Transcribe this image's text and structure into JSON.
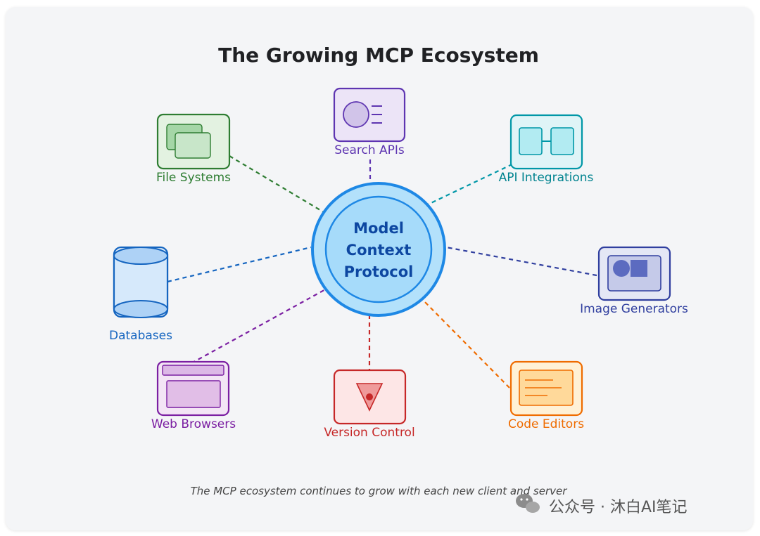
{
  "title": "The Growing MCP Ecosystem",
  "hub": {
    "lines": [
      "Model",
      "Context",
      "Protocol"
    ]
  },
  "nodes": {
    "search_apis": "Search APIs",
    "file_systems": "File Systems",
    "api_integrations": "API Integrations",
    "databases": "Databases",
    "image_generators": "Image Generators",
    "web_browsers": "Web Browsers",
    "version_control": "Version Control",
    "code_editors": "Code Editors"
  },
  "caption": "The MCP ecosystem continues to grow with each new client and server",
  "watermark": "公众号 · 沐白AI笔记",
  "colors": {
    "search_apis": "#5e35b1",
    "file_systems": "#2e7d32",
    "api_integrations": "#0097a7",
    "databases": "#1565c0",
    "image_generators": "#303f9f",
    "web_browsers": "#7b1fa2",
    "version_control": "#c62828",
    "code_editors": "#ef6c00",
    "hub": "#1e88e5"
  }
}
